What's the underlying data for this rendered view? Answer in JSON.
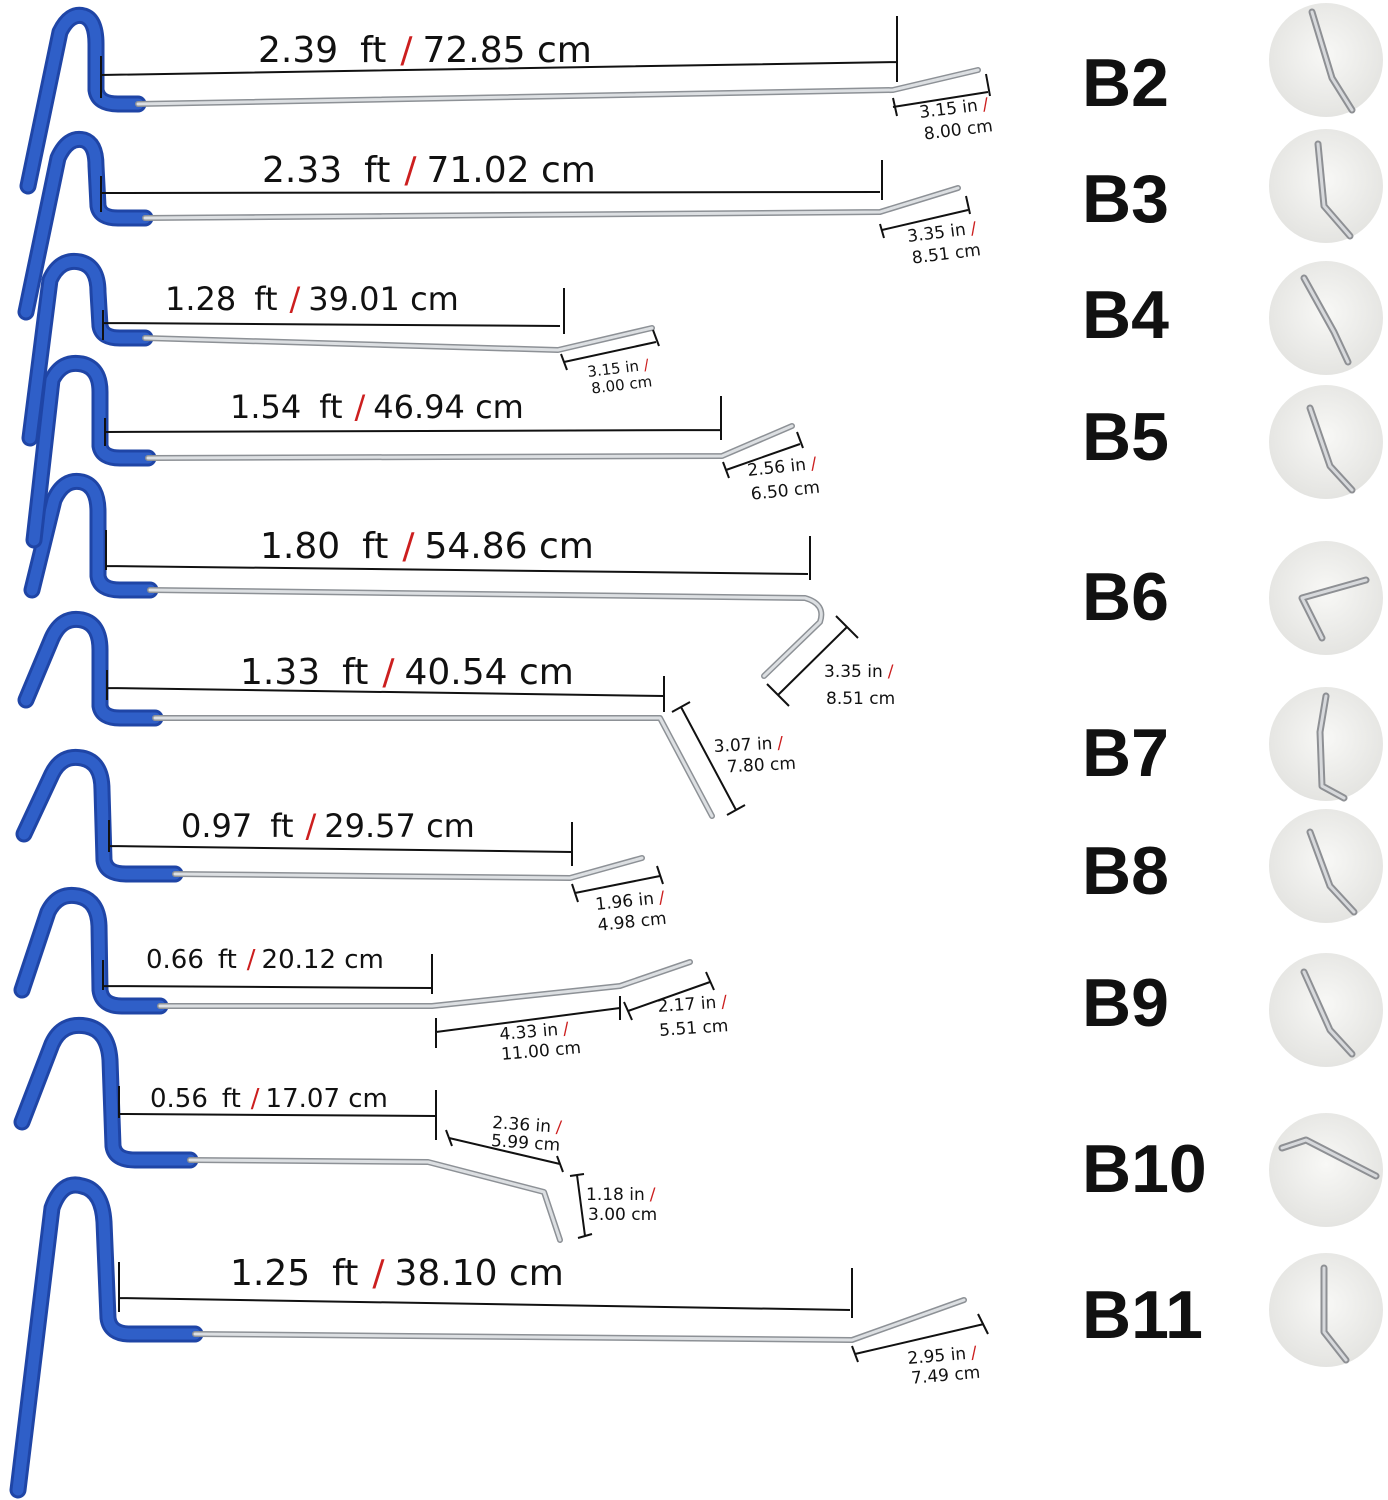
{
  "colors": {
    "handle": "#2f5fc8",
    "handle_dark": "#1f45a6",
    "shaft": "#c9cdd1",
    "separator": "#cc1f1f",
    "thumb_bg": "#ececea"
  },
  "rods": [
    {
      "code": "B2",
      "length_ft": "2.39",
      "unit_ft": "ft",
      "length_cm": "72.85 cm",
      "tip_in": "3.15 in",
      "tip_cm": "8.00 cm",
      "thumb_icon": "rod-tip-short-bend-icon"
    },
    {
      "code": "B3",
      "length_ft": "2.33",
      "unit_ft": "ft",
      "length_cm": "71.02 cm",
      "tip_in": "3.35 in",
      "tip_cm": "8.51 cm",
      "thumb_icon": "rod-tip-short-bend-icon"
    },
    {
      "code": "B4",
      "length_ft": "1.28",
      "unit_ft": "ft",
      "length_cm": "39.01 cm",
      "tip_in": "3.15 in",
      "tip_cm": "8.00 cm",
      "thumb_icon": "rod-tip-short-bend-icon"
    },
    {
      "code": "B5",
      "length_ft": "1.54",
      "unit_ft": "ft",
      "length_cm": "46.94 cm",
      "tip_in": "2.56 in",
      "tip_cm": "6.50 cm",
      "thumb_icon": "rod-tip-short-bend-icon"
    },
    {
      "code": "B6",
      "length_ft": "1.80",
      "unit_ft": "ft",
      "length_cm": "54.86 cm",
      "tip_in": "3.35 in",
      "tip_cm": "8.51 cm",
      "thumb_icon": "rod-tip-hook-icon"
    },
    {
      "code": "B7",
      "length_ft": "1.33",
      "unit_ft": "ft",
      "length_cm": "40.54 cm",
      "tip_in": "3.07 in",
      "tip_cm": "7.80 cm",
      "thumb_icon": "rod-tip-down-bend-icon"
    },
    {
      "code": "B8",
      "length_ft": "0.97",
      "unit_ft": "ft",
      "length_cm": "29.57 cm",
      "tip_in": "1.96 in",
      "tip_cm": "4.98 cm",
      "thumb_icon": "rod-tip-short-bend-icon"
    },
    {
      "code": "B9",
      "length_ft": "0.66",
      "unit_ft": "ft",
      "length_cm": "20.12 cm",
      "tip_in": "2.17 in",
      "tip_cm": "5.51 cm",
      "mid_in": "4.33 in",
      "mid_cm": "11.00 cm",
      "thumb_icon": "rod-tip-short-bend-icon"
    },
    {
      "code": "B10",
      "length_ft": "0.56",
      "unit_ft": "ft",
      "length_cm": "17.07 cm",
      "tip_in": "1.18 in",
      "tip_cm": "3.00 cm",
      "mid_in": "2.36 in",
      "mid_cm": "5.99 cm",
      "thumb_icon": "rod-tip-double-bend-icon"
    },
    {
      "code": "B11",
      "length_ft": "1.25",
      "unit_ft": "ft",
      "length_cm": "38.10 cm",
      "tip_in": "2.95 in",
      "tip_cm": "7.49 cm",
      "thumb_icon": "rod-tip-short-bend-icon"
    }
  ]
}
